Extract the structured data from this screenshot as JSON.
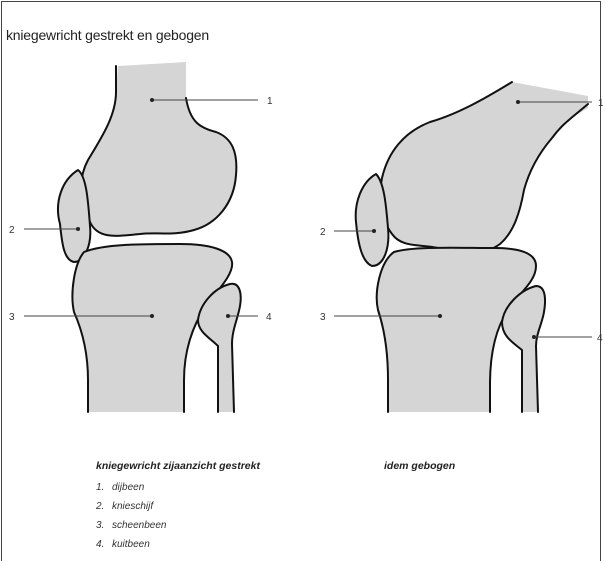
{
  "title": "kniegewricht gestrekt en gebogen",
  "left_view": {
    "labels": [
      "1",
      "2",
      "3",
      "4"
    ],
    "caption": "kniegewricht zijaanzicht gestrekt"
  },
  "right_view": {
    "labels": [
      "1",
      "2",
      "3",
      "4"
    ],
    "caption": "idem gebogen"
  },
  "legend": [
    {
      "num": "1.",
      "text": "dijbeen"
    },
    {
      "num": "2.",
      "text": "knieschijf"
    },
    {
      "num": "3.",
      "text": "scheenbeen"
    },
    {
      "num": "4.",
      "text": "kuitbeen"
    }
  ]
}
